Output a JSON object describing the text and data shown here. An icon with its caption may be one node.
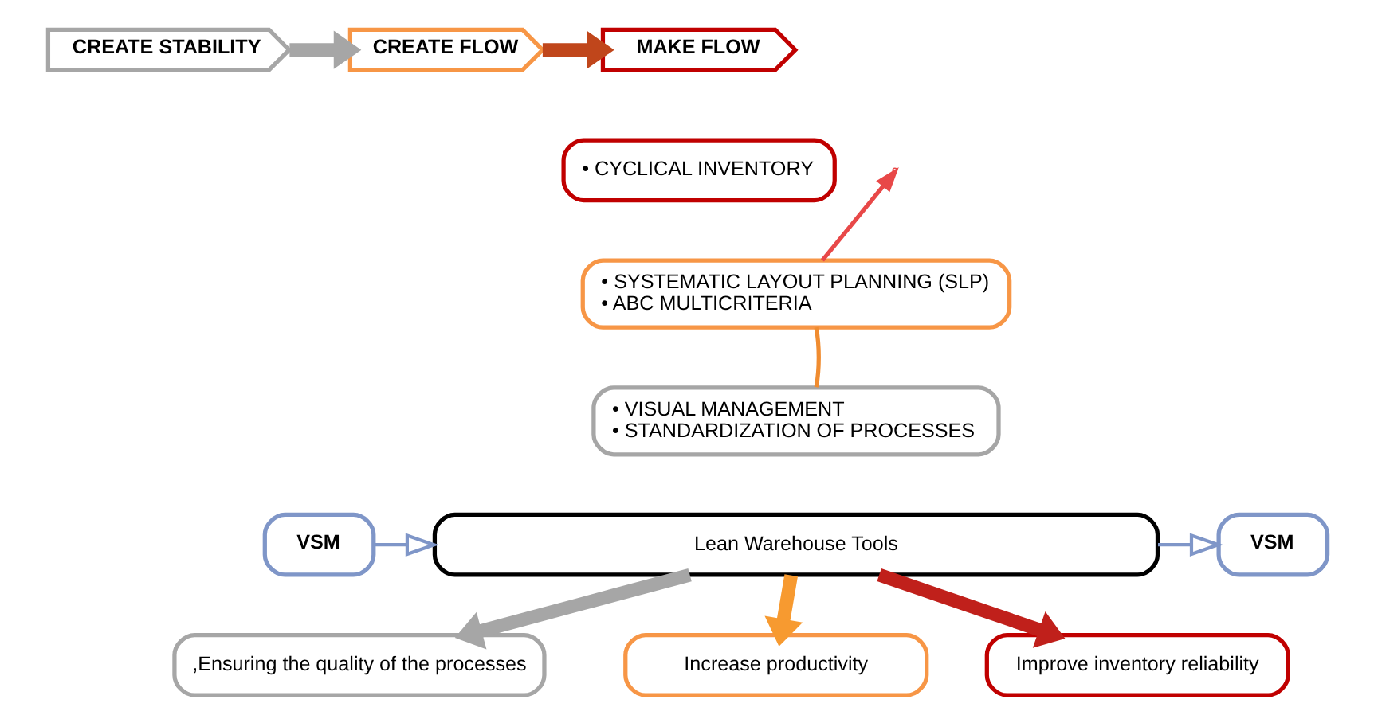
{
  "diagram": {
    "nodes": [
      {
        "text": [
          "CREATE STABILITY"
        ]
      },
      {
        "text": [
          "CREATE FLOW"
        ]
      },
      {
        "text": [
          "MAKE FLOW"
        ]
      },
      {
        "text": [
          "• CYCLICAL INVENTORY"
        ]
      },
      {
        "text": [
          "• SYSTEMATIC LAYOUT PLANNING (SLP)",
          "• ABC MULTICRITERIA"
        ]
      },
      {
        "text": [
          "• VISUAL MANAGEMENT",
          "• STANDARDIZATION OF PROCESSES"
        ]
      },
      {
        "text": [
          "VSM"
        ]
      },
      {
        "text": [
          "Lean Warehouse Tools"
        ]
      },
      {
        "text": [
          "VSM"
        ]
      },
      {
        "text": [
          ",Ensuring the quality of the processes"
        ]
      },
      {
        "text": [
          "Increase productivity"
        ]
      },
      {
        "text": [
          "Improve inventory reliability"
        ]
      }
    ],
    "edges": [
      {
        "from": 0,
        "to": 1,
        "arrow": "to",
        "color": "#a6a6a6"
      },
      {
        "from": 1,
        "to": 2,
        "arrow": "to",
        "color": "#c0461b"
      },
      {
        "from": 5,
        "to": 4,
        "arrow": "none",
        "color": "#f08c30"
      },
      {
        "from": 4,
        "to": null,
        "arrow": "to",
        "color": "#e84848"
      },
      {
        "from": 6,
        "to": 7,
        "arrow": "to",
        "color": "#7f96c8"
      },
      {
        "from": 7,
        "to": 8,
        "arrow": "to",
        "color": "#7f96c8"
      },
      {
        "from": 7,
        "to": 9,
        "arrow": "to",
        "color": "#a6a6a6"
      },
      {
        "from": 7,
        "to": 10,
        "arrow": "to",
        "color": "#f79a30"
      },
      {
        "from": 7,
        "to": 11,
        "arrow": "to",
        "color": "#c0201b"
      }
    ]
  }
}
